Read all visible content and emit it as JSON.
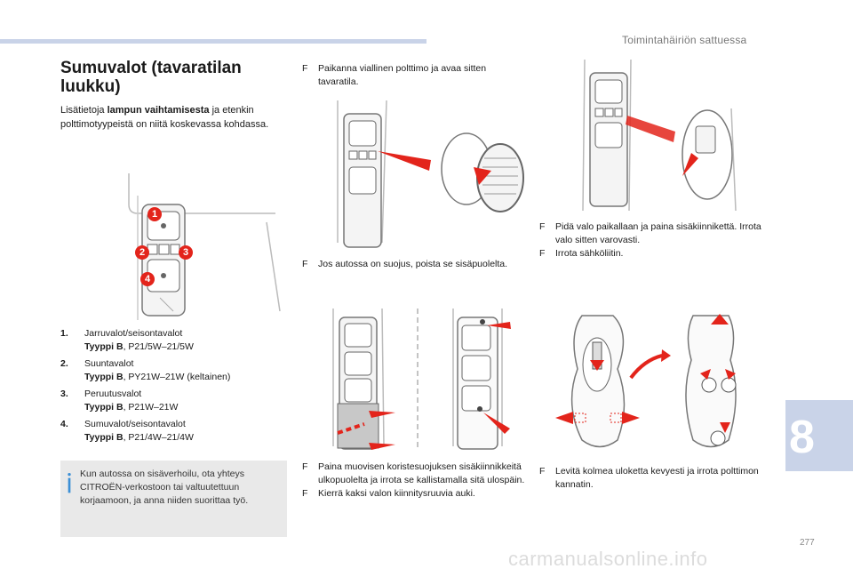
{
  "header": {
    "section": "Toimintahäiriön sattuessa"
  },
  "title": "Sumuvalot (tavaratilan luukku)",
  "intro": {
    "prefix": "Lisätietoja ",
    "bold": "lampun vaihtamisesta",
    "suffix": " ja etenkin polttimotyypeistä on niitä koskevassa kohdassa."
  },
  "diagram_labels": [
    "1",
    "2",
    "3",
    "4"
  ],
  "lamps": [
    {
      "num": "1.",
      "name": "Jarruvalot/seisontavalot",
      "spec_label": "Tyyppi B",
      "spec_value": ", P21/5W–21/5W"
    },
    {
      "num": "2.",
      "name": "Suuntavalot",
      "spec_label": "Tyyppi B",
      "spec_value": ", PY21W–21W (keltainen)"
    },
    {
      "num": "3.",
      "name": "Peruutusvalot",
      "spec_label": "Tyyppi B",
      "spec_value": ", P21W–21W"
    },
    {
      "num": "4.",
      "name": "Sumuvalot/seisontavalot",
      "spec_label": "Tyyppi B",
      "spec_value": ", P21/4W–21/4W"
    }
  ],
  "note": "Kun autossa on sisäverhoilu, ota yhteys CITROËN-verkostoon tai valtuutettuun korjaamoon, ja anna niiden suorittaa työ.",
  "bullet": "F",
  "steps": {
    "s1": [
      "Paikanna viallinen polttimo ja avaa sitten tavaratila."
    ],
    "s2": [
      "Jos autossa on suojus, poista se sisäpuolelta."
    ],
    "s3": [
      "Paina muovisen koristesuojuksen sisäkiinnikkeitä ulkopuolelta ja irrota se kallistamalla sitä ulospäin.",
      "Kierrä kaksi valon kiinnitysruuvia auki."
    ],
    "s4": [
      "Pidä valo paikallaan ja paina sisäkiinnikettä. Irrota valo sitten varovasti.",
      "Irrota sähköliitin."
    ],
    "s5": [
      "Levitä kolmea uloketta kevyesti ja irrota polttimon kannatin."
    ]
  },
  "chapter": "8",
  "page_number": "277",
  "watermark": "carmanualsonline.info",
  "colors": {
    "accent": "#e3241b",
    "tab": "#c9d3e8",
    "note_bg": "#e9e9e9"
  }
}
